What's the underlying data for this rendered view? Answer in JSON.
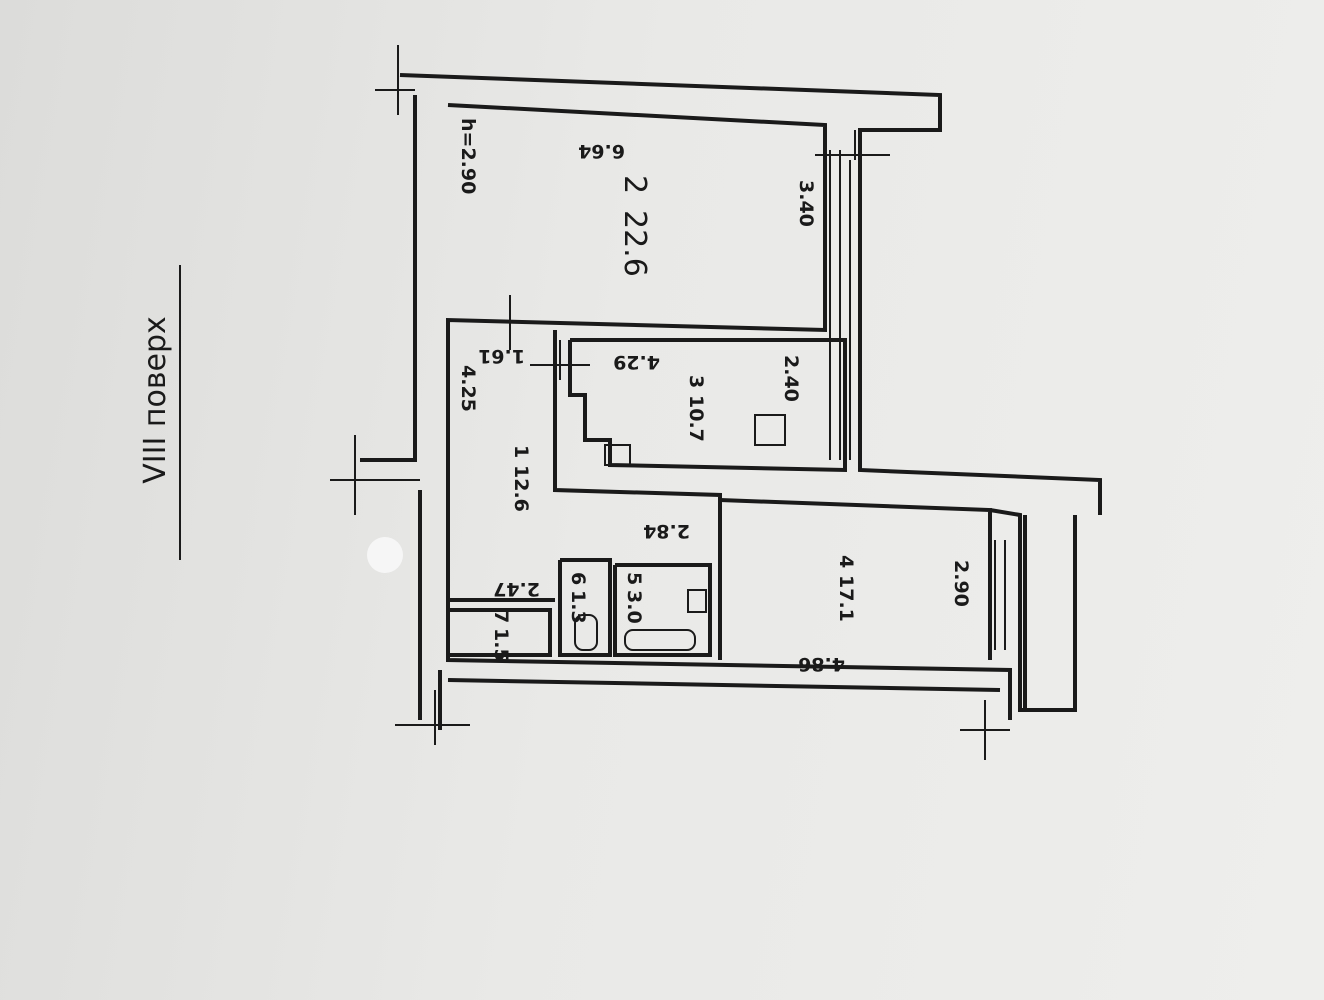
{
  "floor_title": "VIII поверх",
  "ceiling_height": "h=2.90",
  "rooms": [
    {
      "number": "1",
      "area": "12.6"
    },
    {
      "number": "2",
      "area": "22.6"
    },
    {
      "number": "3",
      "area": "10.7"
    },
    {
      "number": "4",
      "area": "17.1"
    },
    {
      "number": "5",
      "area": "3.0"
    },
    {
      "number": "6",
      "area": "1.3"
    },
    {
      "number": "7",
      "area": "1.5"
    }
  ],
  "dimensions": {
    "room2_length": "6.64",
    "room2_width": "3.40",
    "room3_length": "4.29",
    "room3_width": "2.40",
    "room1_length": "4.25",
    "room1_width": "1.61",
    "corridor_length": "2.84",
    "room4_length": "4.86",
    "room4_width": "2.90",
    "room7_width": "2.47"
  }
}
